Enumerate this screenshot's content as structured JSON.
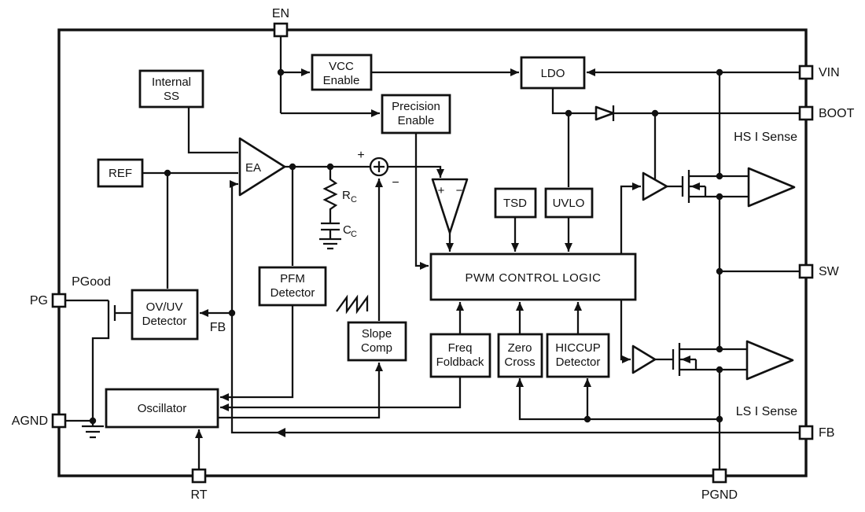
{
  "figure": {
    "type": "functional-block-diagram"
  },
  "pins": {
    "en": "EN",
    "vin": "VIN",
    "boot": "BOOT",
    "sw": "SW",
    "fb": "FB",
    "pgnd": "PGND",
    "rt": "RT",
    "agnd": "AGND",
    "pg": "PG"
  },
  "blocks": {
    "internal_ss": {
      "l1": "Internal",
      "l2": "SS"
    },
    "vcc_enable": {
      "l1": "VCC",
      "l2": "Enable"
    },
    "ldo": {
      "l1": "LDO"
    },
    "precision_enable": {
      "l1": "Precision",
      "l2": "Enable"
    },
    "ref": {
      "l1": "REF"
    },
    "tsd": {
      "l1": "TSD"
    },
    "uvlo": {
      "l1": "UVLO"
    },
    "pwm_control_logic": {
      "l1": "PWM CONTROL LOGIC"
    },
    "pfm_detector": {
      "l1": "PFM",
      "l2": "Detector"
    },
    "ovuv_detector": {
      "l1": "OV/UV",
      "l2": "Detector"
    },
    "slope_comp": {
      "l1": "Slope",
      "l2": "Comp"
    },
    "freq_foldback": {
      "l1": "Freq",
      "l2": "Foldback"
    },
    "zero_cross": {
      "l1": "Zero",
      "l2": "Cross"
    },
    "hiccup_detector": {
      "l1": "HICCUP",
      "l2": "Detector"
    },
    "oscillator": {
      "l1": "Oscillator"
    }
  },
  "symbols": {
    "error_amp": "EA",
    "sum_plus": "+",
    "sum_minus": "−",
    "comp_plus": "+",
    "comp_minus": "−",
    "rc": "R",
    "rc_sub": "C",
    "cc": "C",
    "cc_sub": "C"
  },
  "nets": {
    "pgood": "PGood",
    "fb_internal": "FB",
    "hs_i_sense": "HS I Sense",
    "ls_i_sense": "LS I Sense"
  },
  "colors": {
    "ink": "#111111",
    "background": "#ffffff"
  }
}
